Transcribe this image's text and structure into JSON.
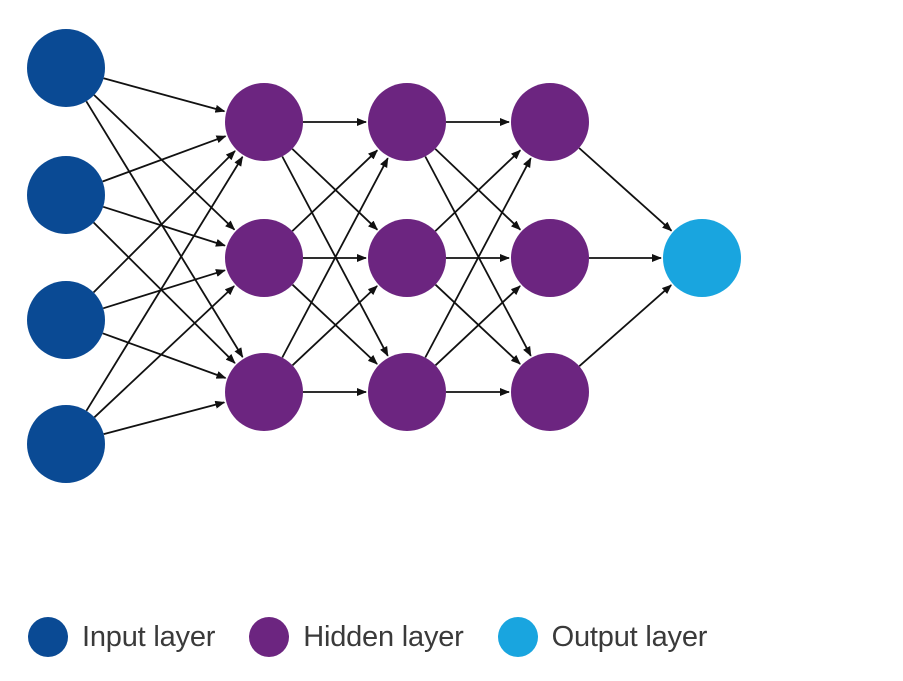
{
  "colors": {
    "input": "#0a4a94",
    "hidden": "#6c2580",
    "output": "#19a5df",
    "arrow": "#111111"
  },
  "layers": [
    {
      "type": "input",
      "neurons": 4
    },
    {
      "type": "hidden",
      "neurons": 3
    },
    {
      "type": "hidden",
      "neurons": 3
    },
    {
      "type": "hidden",
      "neurons": 3
    },
    {
      "type": "output",
      "neurons": 1
    }
  ],
  "legend": [
    {
      "label": "Input layer",
      "color": "#0a4a94"
    },
    {
      "label": "Hidden layer",
      "color": "#6c2580"
    },
    {
      "label": "Output layer",
      "color": "#19a5df"
    }
  ]
}
